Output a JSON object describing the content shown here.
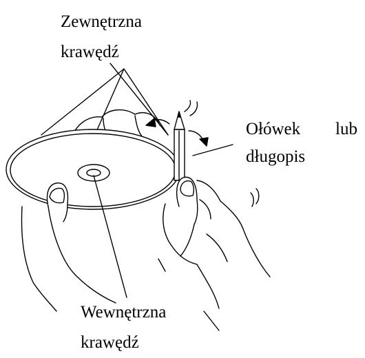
{
  "labels": {
    "outer_edge_line1": "Zewnętrzna",
    "outer_edge_line2": "krawędź",
    "pencil_word1": "Ołówek",
    "pencil_word2": "lub",
    "pencil_line2": "długopis",
    "inner_edge_line1": "Wewnętrzna",
    "inner_edge_line2": "krawędź"
  },
  "colors": {
    "ink": "#000000",
    "background": "#ffffff"
  }
}
